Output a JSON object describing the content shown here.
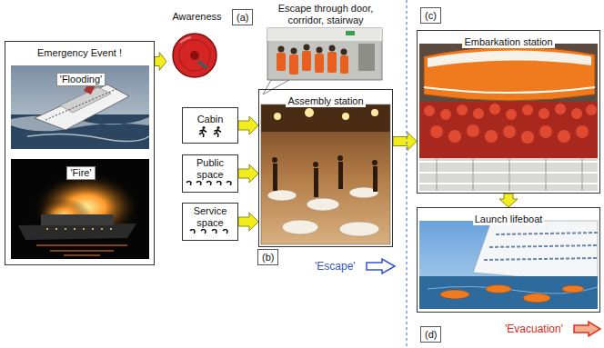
{
  "diagram": {
    "nodes": [
      {
        "text": [
          "Emergency Event !"
        ]
      },
      {
        "text": [
          "'Flooding'"
        ],
        "in": 0
      },
      {
        "text": [
          "'Fire'"
        ],
        "in": 0
      },
      {
        "text": [
          "Awareness"
        ]
      },
      {
        "text": [
          "Cabin"
        ]
      },
      {
        "text": [
          "Public space"
        ]
      },
      {
        "text": [
          "Service space"
        ]
      },
      {
        "text": [
          "Assembly station"
        ]
      },
      {
        "text": [
          "Escape through door, corridor, stairway"
        ]
      },
      {
        "text": [
          "Embarkation station"
        ]
      },
      {
        "text": [
          "Launch lifeboat"
        ]
      }
    ],
    "edges": [
      {
        "from": 0,
        "to": 3,
        "arrow": "to"
      },
      {
        "from": 4,
        "to": 7,
        "arrow": "to"
      },
      {
        "from": 5,
        "to": 7,
        "arrow": "to"
      },
      {
        "from": 6,
        "to": 7,
        "arrow": "to"
      },
      {
        "from": 7,
        "to": 9,
        "arrow": "to"
      },
      {
        "from": 9,
        "to": 10,
        "arrow": "to"
      }
    ],
    "labels": [
      "(a)",
      "(b)",
      "(c)",
      "(d)",
      "'Escape'",
      "'Evacuation'"
    ]
  }
}
